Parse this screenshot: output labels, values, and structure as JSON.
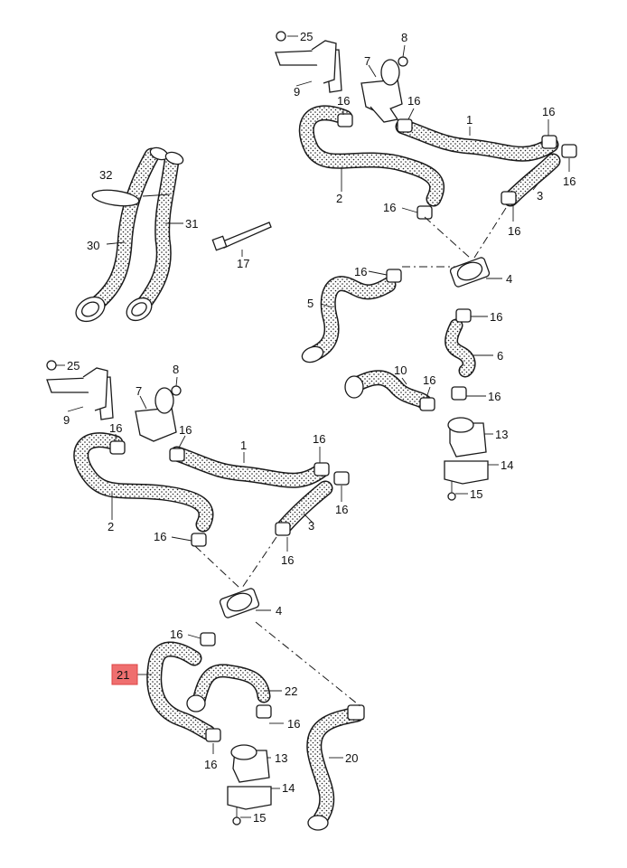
{
  "diagram": {
    "labels": {
      "p1": "1",
      "p2": "2",
      "p3": "3",
      "p4": "4",
      "p5": "5",
      "p6": "6",
      "p7": "7",
      "p8": "8",
      "p9": "9",
      "p10": "10",
      "p13": "13",
      "p14": "14",
      "p15": "15",
      "p16": "16",
      "p17": "17",
      "p20": "20",
      "p21": "21",
      "p22": "22",
      "p25": "25",
      "p30": "30",
      "p31": "31",
      "p32": "32"
    },
    "highlighted_label": "21",
    "colors": {
      "highlight": "#ef6f6f",
      "line": "#1a1a1a"
    }
  }
}
